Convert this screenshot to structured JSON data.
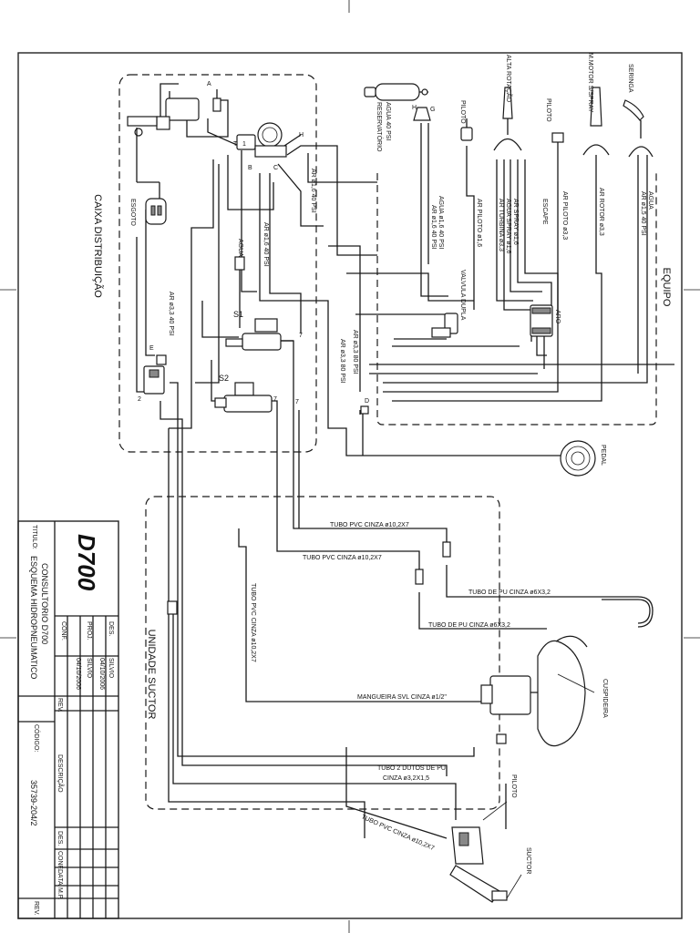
{
  "title_block": {
    "drawing_number": "D700",
    "titulo_label": "TITULO:",
    "title_line1": "ESQUEMA HIDROPNEUMATICO",
    "title_line2": "CONSULTORIO D700",
    "des_label": "DES.",
    "des_name": "SILVIO",
    "des_date": "04/10/2006",
    "proj_label": "PROJ.",
    "proj_name": "SILVIO",
    "proj_date": "04/10/2006",
    "conf_label": "CONF.",
    "rev_label": "REV.",
    "descricao_label": "DESCRIÇÃO",
    "codigo_label": "CÓDIGO:",
    "codigo_value": "35739-204/2",
    "col_des": "DES.",
    "col_conf": "CONF.",
    "col_data": "DATA",
    "col_mp": "M.P.",
    "col_rev": "REV."
  },
  "sections": {
    "caixa": "CAIXA DISTRIBUIÇÃO",
    "equipo": "EQUIPO",
    "unidade": "UNIDADE SUCTOR"
  },
  "components": {
    "reservatorio": "RESERVATÓRIO",
    "agua_40": "AGUA 40 PSI",
    "alta_rotacao": "ALTA ROTAÇÃO",
    "piloto_top": "PILOTO",
    "piloto_right": "PILOTO",
    "m_motor": "M.MOTOR S/SPRAY",
    "seringa": "SERINGA",
    "valvula_dupla": "VALVULA DUPLA",
    "aro": "ARO",
    "pedal": "PEDAL",
    "cuspideira": "CUSPIDEIRA",
    "piloto_bottom": "PILOTO",
    "suctor": "SUCTOR",
    "s1": "S1",
    "s2": "S2",
    "agua_small": "AGUA",
    "esgoto": "ESGOTO"
  },
  "letters": {
    "a": "A",
    "b": "B",
    "c": "C",
    "d": "D",
    "e": "E",
    "g": "G",
    "h": "H",
    "t1": "T",
    "one": "1",
    "two": "2",
    "t7": "7",
    "t7b": "7",
    "t77": "7"
  },
  "pipes": {
    "ar_16_40_a": "AR ø1,6 40 PSI",
    "ar_16_40_b": "AR ø1,6 40 PSI",
    "ar_63_40": "AR ø3,3 40 PSI",
    "ar_63_80a": "AR ø3,3 80 PSI",
    "ar_63_80b": "AR ø3,3 80 PSI",
    "ar_16_40_c": "AR ø1,6 40 PSI",
    "agua_16_40": "AGUA ø1,6 40 PSI",
    "ar_piloto_16": "AR PILOTO ø1,6",
    "escape": "ESCAPE",
    "agua_spray": "AGUA SPRAY ø1,6",
    "ar_spray": "AR SPRAY ø1,6",
    "ar_turbina": "AR TURBINA ø3,3",
    "ar_piloto_33": "AR PILOTO ø3,3",
    "ar_rotor": "AR ROTOR ø3,3",
    "ar_15_40": "AR ø1,5 40 PSI",
    "agua_right": "AGUA",
    "tubo_pvc_1": "TUBO PVC CINZA ø10,2X7",
    "tubo_pvc_2": "TUBO PVC CINZA ø10,2X7",
    "tubo_pu_1": "TUBO DE PU CINZA ø6X3,2",
    "tubo_pu_2": "TUBO DE PU CINZA ø6X3,2",
    "tubo_pvc_vert": "TUBO PVC CINZA ø10,2X7",
    "mangueira": "MANGUEIRA SVL CINZA ø1/2\"",
    "tubo_2_dutos_1": "TUBO 2 DUTOS DE PU",
    "tubo_2_dutos_2": "CINZA ø3,2X1,5",
    "tubo_pvc_diag": "TUBO PVC CINZA ø10,2X7"
  }
}
